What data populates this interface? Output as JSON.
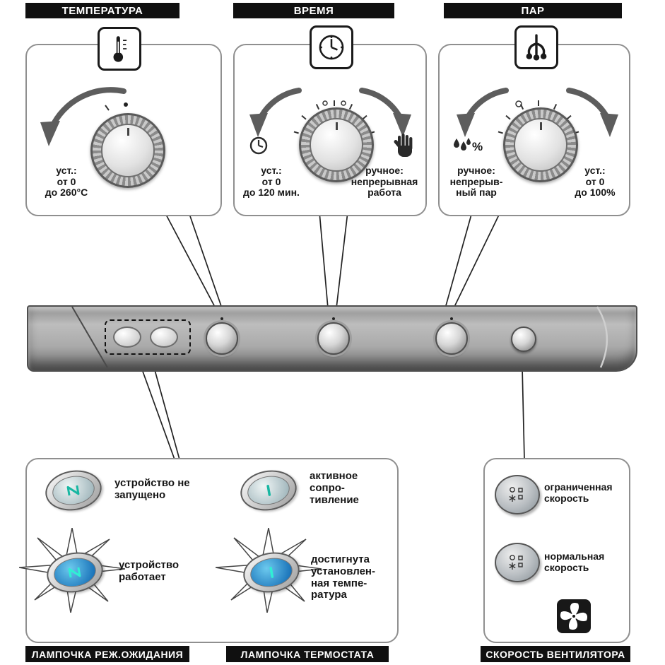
{
  "top_sections": {
    "temperature": {
      "title": "ТЕМПЕРАТУРА",
      "range_label": "уст.:\nот 0\nдо 260°C"
    },
    "time": {
      "title": "ВРЕМЯ",
      "set_label": "уст.:\nот 0\nдо 120 мин.",
      "manual_label": "ручное:\nнепрерывная\nработа"
    },
    "steam": {
      "title": "ПАР",
      "manual_label": "ручное:\nнепрерыв-\nный пар",
      "set_label": "уст.:\nот 0\nдо 100%",
      "percent_symbol": "%"
    }
  },
  "bottom_sections": {
    "standby_lamp": {
      "title": "ЛАМПОЧКА РЕЖ.ОЖИДАНИЯ",
      "off_label": "устройство не\nзапущено",
      "on_label": "устройство\nработает"
    },
    "thermostat_lamp": {
      "title": "ЛАМПОЧКА ТЕРМОСТАТА",
      "off_label": "активное\nсопро-\nтивление",
      "on_label": "достигнута\nустановлен-\nная темпе-\nратура"
    },
    "fan_speed": {
      "title": "СКОРОСТЬ ВЕНТИЛЯТОРА",
      "limited_label": "ограниченная\nскорость",
      "normal_label": "нормальная\nскорость"
    }
  },
  "colors": {
    "header_bg": "#101010",
    "lamp_on": "#1b74ba",
    "symbol_teal": "#18b7a2"
  }
}
